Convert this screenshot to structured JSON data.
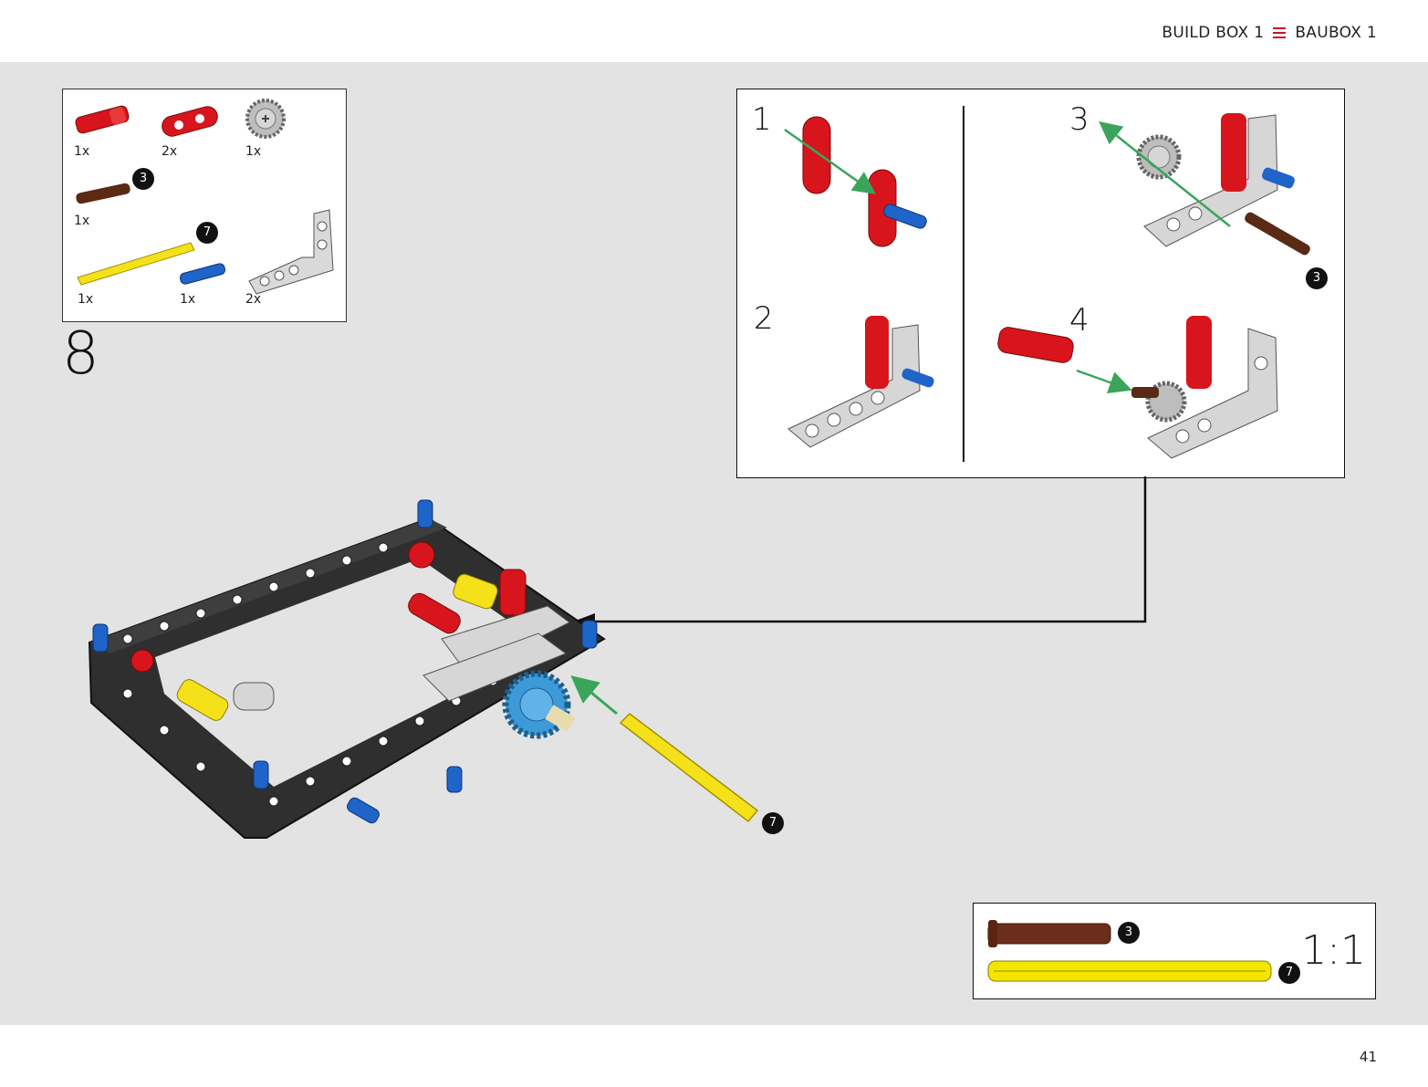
{
  "header": {
    "left_label": "BUILD BOX 1",
    "right_label": "BAUBOX 1"
  },
  "page": {
    "number": "41"
  },
  "step": {
    "number": "8"
  },
  "parts_list": {
    "items": [
      {
        "qty": "1x",
        "part": "red-axle-connector"
      },
      {
        "qty": "2x",
        "part": "red-thin-beam"
      },
      {
        "qty": "1x",
        "part": "gray-gear"
      },
      {
        "qty": "1x",
        "part": "brown-axle",
        "callout": "3"
      },
      {
        "qty": "1x",
        "part": "yellow-axle",
        "callout": "7"
      },
      {
        "qty": "1x",
        "part": "blue-pin"
      },
      {
        "qty": "2x",
        "part": "gray-angled-beam"
      }
    ]
  },
  "substeps": [
    {
      "number": "1"
    },
    {
      "number": "2"
    },
    {
      "number": "3",
      "callout": "3"
    },
    {
      "number": "4"
    }
  ],
  "main_callout": "7",
  "scale": {
    "label": "1:1",
    "items": [
      {
        "callout": "3",
        "color": "#6b2e1a"
      },
      {
        "callout": "7",
        "color": "#f2e600"
      }
    ]
  },
  "colors": {
    "accent": "#c8102e",
    "red": "#d8151c",
    "blue": "#1f64c8",
    "yellow": "#f5e11a",
    "brown": "#5a2a14",
    "gray": "#cfcfcf",
    "dark_frame": "#2f2f2f",
    "gear_blue": "#3d9ad8",
    "arrow_green": "#3aa55a"
  }
}
